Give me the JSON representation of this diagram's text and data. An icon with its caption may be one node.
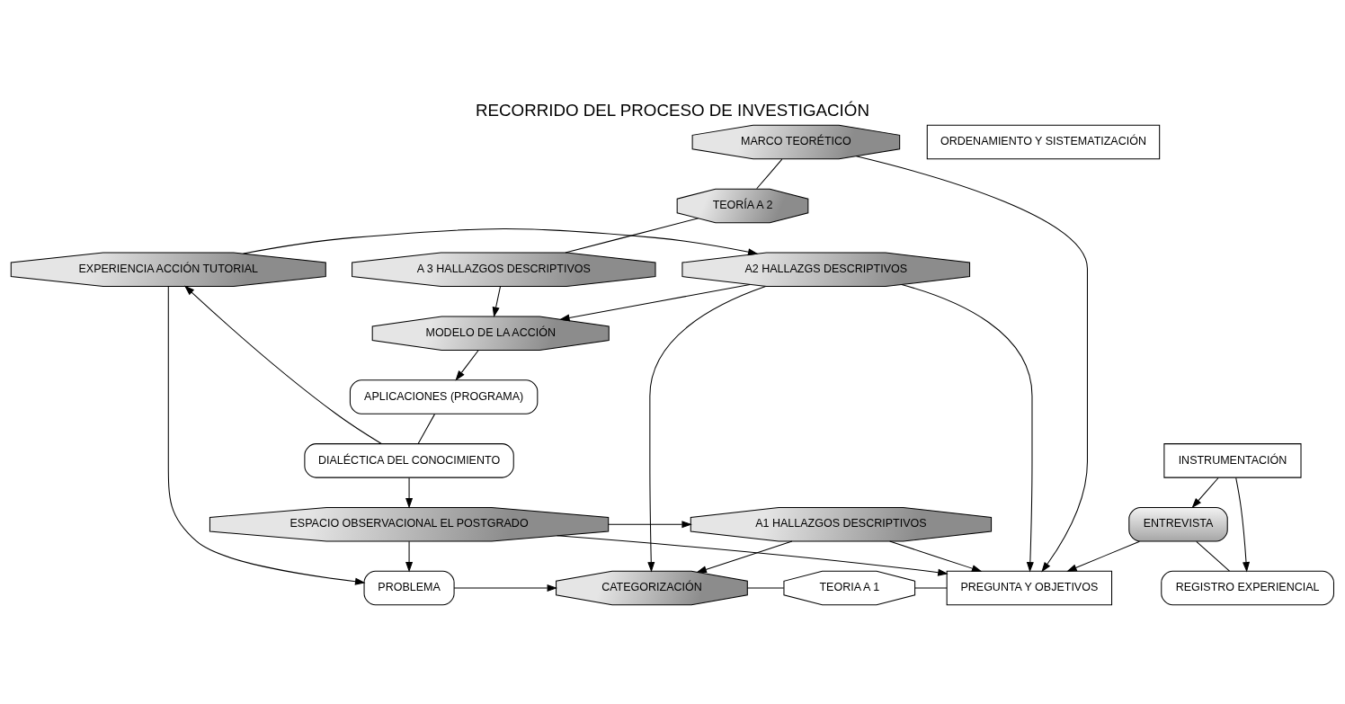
{
  "diagram": {
    "title": "RECORRIDO DEL PROCESO DE INVESTIGACIÓN",
    "nodes": [
      {
        "text": [
          "ESPACIO OBSERVACIONAL EL POSTGRADO"
        ]
      },
      {
        "text": [
          "A1 HALLAZGOS DESCRIPTIVOS"
        ]
      },
      {
        "text": [
          "PROBLEMA"
        ]
      },
      {
        "text": [
          "CATEGORIZACIÓN"
        ]
      },
      {
        "text": [
          "TEORIA A 1"
        ]
      },
      {
        "text": [
          "PREGUNTA Y OBJETIVOS"
        ]
      },
      {
        "text": [
          "EXPERIENCIA ACCIÓN TUTORIAL"
        ]
      },
      {
        "text": [
          "A2 HALLAZGS DESCRIPTIVOS"
        ]
      },
      {
        "text": [
          "INSTRUMENTACIÓN"
        ]
      },
      {
        "text": [
          "ENTREVISTA"
        ]
      },
      {
        "text": [
          "REGISTRO EXPERIENCIAL"
        ]
      },
      {
        "text": [
          "ORDENAMIENTO Y SISTEMATIZACIÓN"
        ]
      },
      {
        "text": [
          "MARCO TEORÉTICO"
        ]
      },
      {
        "text": [
          "TEORÍA A 2"
        ]
      },
      {
        "text": [
          "A 3 HALLAZGOS DESCRIPTIVOS"
        ]
      },
      {
        "text": [
          "MODELO DE LA ACCIÓN"
        ]
      },
      {
        "text": [
          "APLICACIONES (PROGRAMA)"
        ]
      },
      {
        "text": [
          "DIALÉCTICA DEL CONOCIMIENTO"
        ]
      }
    ],
    "edges": [
      {
        "from": 0,
        "to": 1,
        "arrow": "to"
      },
      {
        "from": 0,
        "to": 2,
        "arrow": "to"
      },
      {
        "from": 1,
        "to": 3,
        "arrow": "to"
      },
      {
        "from": 2,
        "to": 3,
        "arrow": "to"
      },
      {
        "from": 3,
        "to": 4,
        "arrow": "none"
      },
      {
        "from": 4,
        "to": 5,
        "arrow": "none"
      },
      {
        "from": 6,
        "to": 2,
        "arrow": "to"
      },
      {
        "from": 6,
        "to": 7,
        "arrow": "to"
      },
      {
        "from": 7,
        "to": 3,
        "arrow": "to"
      },
      {
        "from": 0,
        "to": 5,
        "arrow": "to"
      },
      {
        "from": 1,
        "to": 5,
        "arrow": "to"
      },
      {
        "from": 9,
        "to": 5,
        "arrow": "to"
      },
      {
        "from": 12,
        "to": 5,
        "arrow": "to"
      },
      {
        "from": 8,
        "to": 9,
        "arrow": "to"
      },
      {
        "from": 8,
        "to": 10,
        "arrow": "to"
      },
      {
        "from": 9,
        "to": 10,
        "arrow": "none"
      },
      {
        "from": 12,
        "to": 13,
        "arrow": "none"
      },
      {
        "from": 13,
        "to": 14,
        "arrow": "none"
      },
      {
        "from": 7,
        "to": 5,
        "arrow": "to"
      },
      {
        "from": 7,
        "to": 15,
        "arrow": "to"
      },
      {
        "from": 14,
        "to": 15,
        "arrow": "to"
      },
      {
        "from": 15,
        "to": 16,
        "arrow": "to"
      },
      {
        "from": 16,
        "to": 17,
        "arrow": "none"
      },
      {
        "from": 17,
        "to": 6,
        "arrow": "to"
      },
      {
        "from": 17,
        "to": 0,
        "arrow": "to"
      }
    ]
  }
}
